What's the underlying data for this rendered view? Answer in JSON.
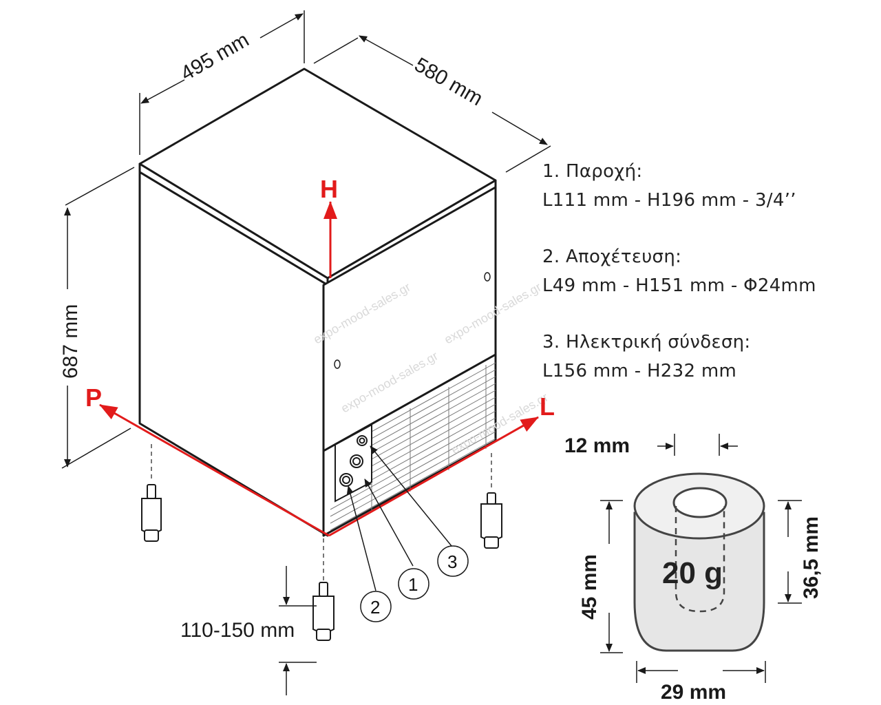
{
  "dimensions": {
    "width": "495 mm",
    "depth": "580 mm",
    "height": "687 mm",
    "feet": "110-150 mm"
  },
  "axes": {
    "h": "H",
    "p": "P",
    "l": "L"
  },
  "connections": {
    "c1": {
      "num": "1",
      "title": "1. Παροχή:",
      "detail": "L111 mm - H196 mm - 3/4’’"
    },
    "c2": {
      "num": "2",
      "title": "2. Αποχέτευση:",
      "detail": "L49 mm - H151 mm - Φ24mm"
    },
    "c3": {
      "num": "3",
      "title": "3. Ηλεκτρική σύνδεση:",
      "detail": "L156 mm - H232 mm"
    }
  },
  "ice_cube": {
    "hole": "12 mm",
    "height": "45 mm",
    "inner_depth": "36,5 mm",
    "diameter": "29 mm",
    "weight": "20 g"
  },
  "colors": {
    "axis": "#e21b1b",
    "line": "#1a1a1a",
    "cube_fill": "#e9e9e9"
  }
}
